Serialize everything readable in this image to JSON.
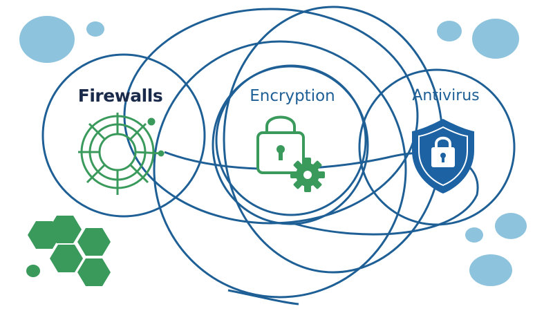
{
  "nodes": [
    {
      "label": "Firewalls",
      "icon": "firewall-target-icon"
    },
    {
      "label": "Encryption",
      "icon": "padlock-gear-icon"
    },
    {
      "label": "Antivirus",
      "icon": "shield-lock-icon"
    }
  ],
  "colors": {
    "ring": "#1e5f96",
    "green": "#3a9a5c",
    "shield": "#1d62a2",
    "bubble": "#8ec3de",
    "firewalls_text": "#1a2a4a",
    "label_text": "#1e5f96"
  }
}
